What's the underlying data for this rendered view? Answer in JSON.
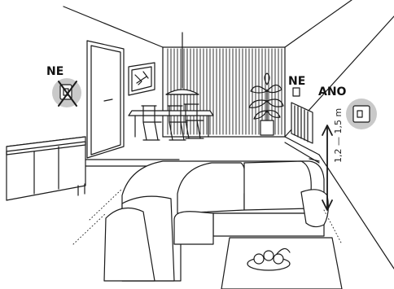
{
  "labels": {
    "left_not_ok": "NE",
    "middle_not_ok": "NE",
    "right_ok": "ANO"
  },
  "measurement": {
    "height_range": "1,2 — 1,5 m"
  },
  "icons": {
    "left_marker": "crossed-thermostat-icon",
    "right_marker": "thermostat-icon",
    "arrow": "double-arrow-vertical-icon"
  },
  "colors": {
    "line": "#1a1a1a",
    "marker_fill": "#c9c9c9",
    "background": "#ffffff"
  }
}
